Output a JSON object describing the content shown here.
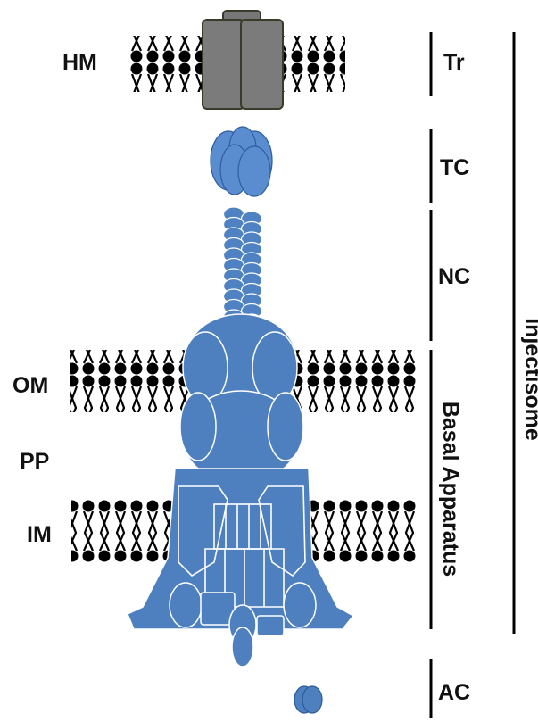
{
  "labels": {
    "hm": "HM",
    "om": "OM",
    "pp": "PP",
    "im": "IM",
    "tr": "Tr",
    "tc": "TC",
    "nc": "NC",
    "basal": "Basal Apparatus",
    "ac": "AC",
    "injectisome": "Injectisome"
  },
  "colors": {
    "protein": "#4e80c0",
    "translocon": "#7a7a7a",
    "membrane": "#000000"
  }
}
